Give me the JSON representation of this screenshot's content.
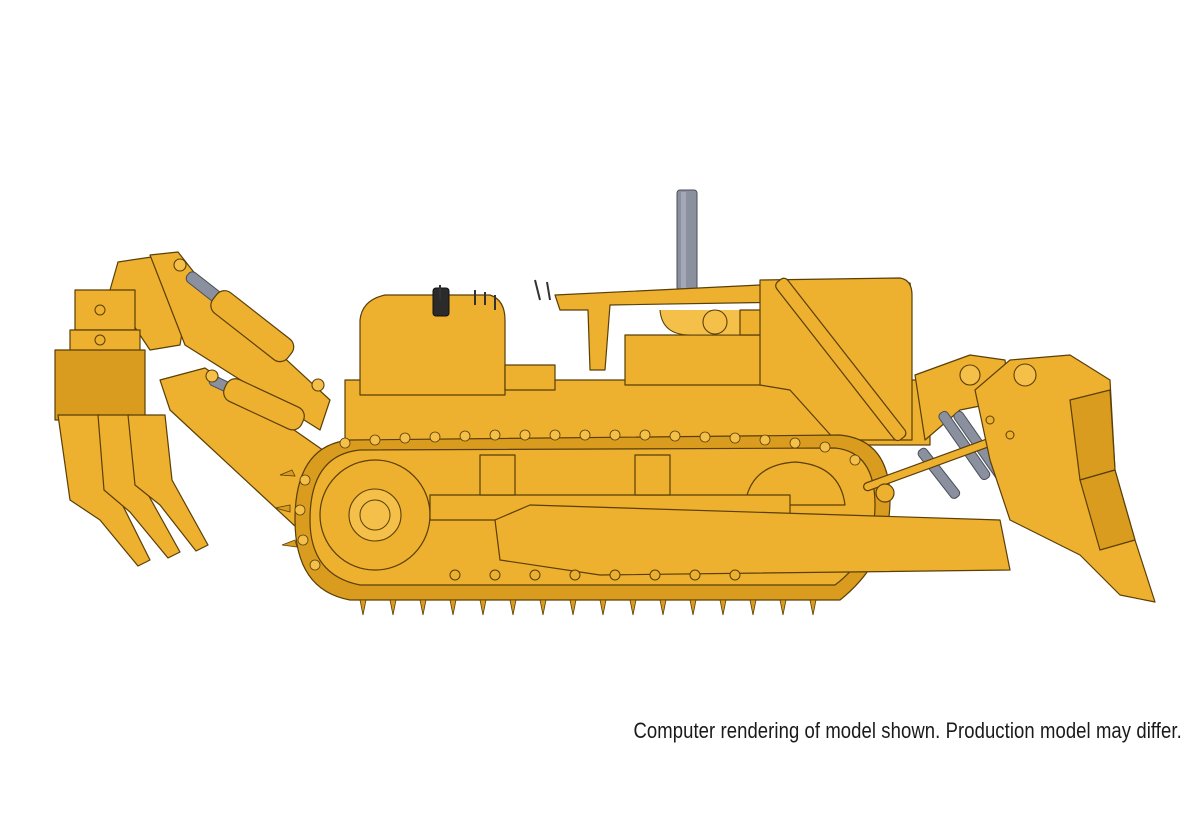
{
  "image": {
    "subject": "Track-type tractor (bulldozer) with rear multi-shank ripper and front dozer blade, side view computer rendering",
    "background_color": "#ffffff",
    "colors": {
      "body_yellow": "#EDB02F",
      "shadow_yellow": "#D99C1E",
      "exhaust_stack_gray": "#8A909E",
      "outline": "#5a3f08"
    },
    "parts": {
      "ripper": "rear ripper with three shanks",
      "exhaust": "vertical exhaust stack",
      "engine": "exposed engine with turbocharger piping",
      "track": "crawler track with grousers",
      "blade": "front dozer blade with lift cylinders"
    }
  },
  "caption": {
    "text": "Computer rendering of model shown. Production model may differ."
  }
}
